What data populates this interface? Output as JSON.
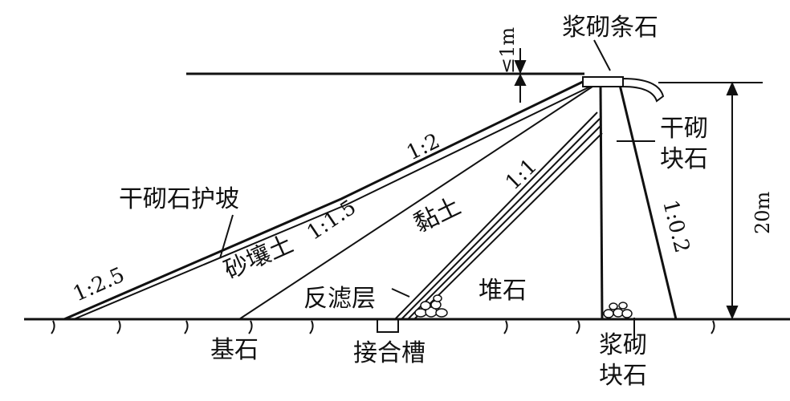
{
  "labels": {
    "dry_stone_revetment": "干砌石护坡",
    "sandy_loam": "砂壤土",
    "clay": "黏土",
    "filter_layer": "反滤层",
    "rockfill": "堆石",
    "foundation_rock": "基石",
    "cutoff_trench": "接合槽",
    "mortar_strip_stone": "浆砌条石",
    "dry_block_stone_line1": "干砌",
    "dry_block_stone_line2": "块石",
    "mortar_block_stone_line1": "浆砌",
    "mortar_block_stone_line2": "块石"
  },
  "slopes": {
    "upstream_outer": "1:2.5",
    "upstream_upper": "1:2",
    "sand_clay_boundary": "1:1.5",
    "clay_core": "1:1",
    "downstream_wall": "1:0.2"
  },
  "dimensions": {
    "freeboard": "≤1m",
    "height": "20m"
  },
  "colors": {
    "line": "#111111",
    "background": "#ffffff"
  }
}
